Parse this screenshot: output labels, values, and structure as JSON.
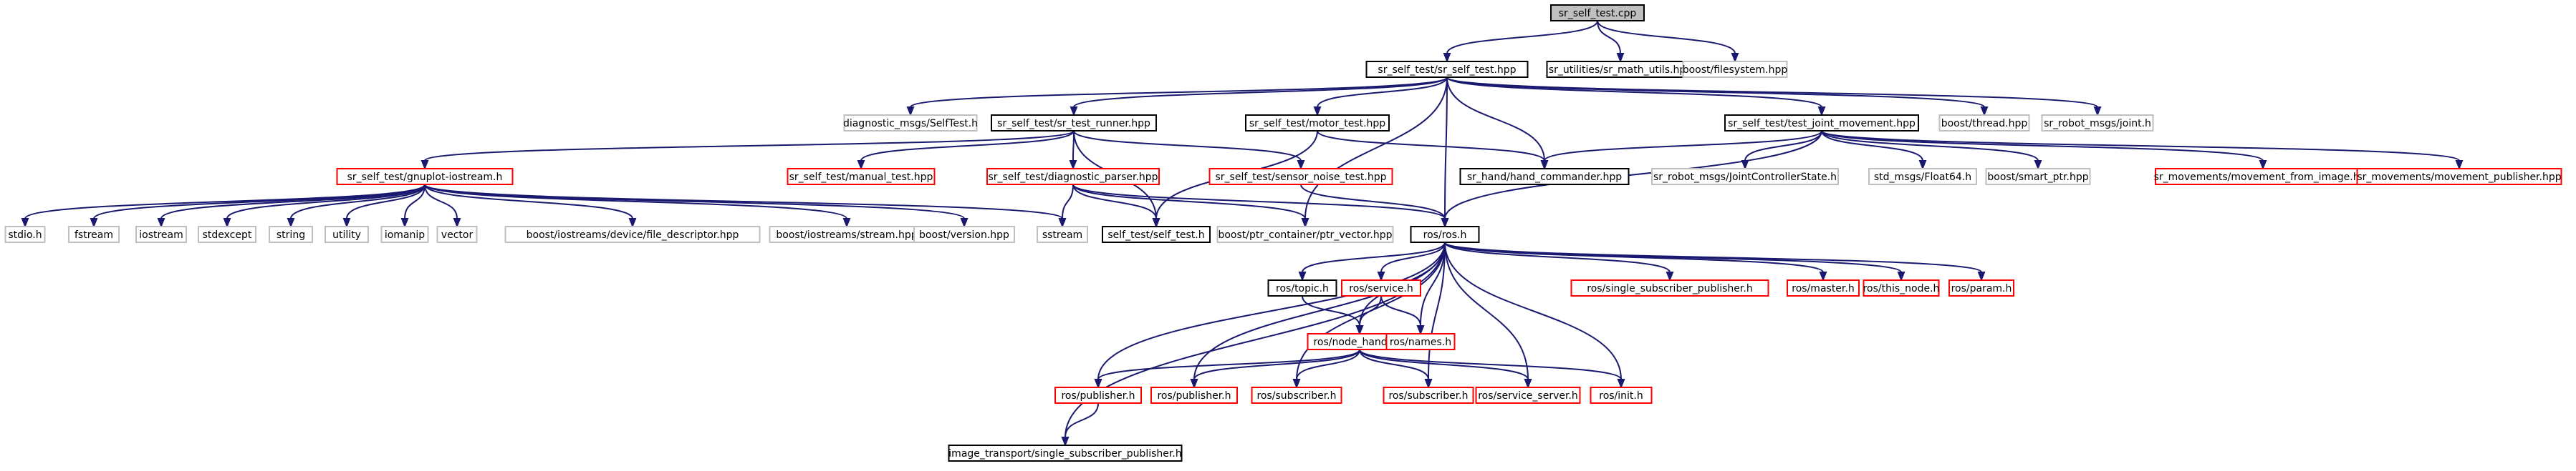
{
  "colors": {
    "edge": "#191970",
    "root_fill": "#bfbfbf",
    "border_black": "#000000",
    "border_red": "#ff0000",
    "border_grey": "#bfbfbf",
    "fill": "#ffffff"
  },
  "nodes": [
    {
      "id": "root",
      "label": "sr_self_test.cpp",
      "style": "root"
    },
    {
      "id": "srselftest_hpp",
      "label": "sr_self_test/sr_self_test.hpp",
      "style": "black"
    },
    {
      "id": "sr_math_utils",
      "label": "sr_utilities/sr_math_utils.hpp",
      "style": "black"
    },
    {
      "id": "boost_filesystem",
      "label": "boost/filesystem.hpp",
      "style": "grey"
    },
    {
      "id": "diag_selftest",
      "label": "diagnostic_msgs/SelfTest.h",
      "style": "grey"
    },
    {
      "id": "test_runner",
      "label": "sr_self_test/sr_test_runner.hpp",
      "style": "black"
    },
    {
      "id": "motor_test",
      "label": "sr_self_test/motor_test.hpp",
      "style": "black"
    },
    {
      "id": "joint_movement",
      "label": "sr_self_test/test_joint_movement.hpp",
      "style": "black"
    },
    {
      "id": "boost_thread",
      "label": "boost/thread.hpp",
      "style": "grey"
    },
    {
      "id": "robot_joint",
      "label": "sr_robot_msgs/joint.h",
      "style": "grey"
    },
    {
      "id": "gnuplot",
      "label": "sr_self_test/gnuplot-iostream.h",
      "style": "red"
    },
    {
      "id": "manual_test",
      "label": "sr_self_test/manual_test.hpp",
      "style": "red"
    },
    {
      "id": "diag_parser",
      "label": "sr_self_test/diagnostic_parser.hpp",
      "style": "red"
    },
    {
      "id": "sensor_noise",
      "label": "sr_self_test/sensor_noise_test.hpp",
      "style": "red"
    },
    {
      "id": "hand_commander",
      "label": "sr_hand/hand_commander.hpp",
      "style": "black"
    },
    {
      "id": "jcs",
      "label": "sr_robot_msgs/JointControllerState.h",
      "style": "grey"
    },
    {
      "id": "float64",
      "label": "std_msgs/Float64.h",
      "style": "grey"
    },
    {
      "id": "smart_ptr",
      "label": "boost/smart_ptr.hpp",
      "style": "grey"
    },
    {
      "id": "mov_image",
      "label": "sr_movements/movement_from_image.hpp",
      "style": "red"
    },
    {
      "id": "mov_publisher",
      "label": "sr_movements/movement_publisher.hpp",
      "style": "red"
    },
    {
      "id": "stdio",
      "label": "stdio.h",
      "style": "grey"
    },
    {
      "id": "fstream",
      "label": "fstream",
      "style": "grey"
    },
    {
      "id": "iostream",
      "label": "iostream",
      "style": "grey"
    },
    {
      "id": "stdexcept",
      "label": "stdexcept",
      "style": "grey"
    },
    {
      "id": "string",
      "label": "string",
      "style": "grey"
    },
    {
      "id": "utility",
      "label": "utility",
      "style": "grey"
    },
    {
      "id": "iomanip",
      "label": "iomanip",
      "style": "grey"
    },
    {
      "id": "vector",
      "label": "vector",
      "style": "grey"
    },
    {
      "id": "file_descriptor",
      "label": "boost/iostreams/device/file_descriptor.hpp",
      "style": "grey"
    },
    {
      "id": "stream_hpp",
      "label": "boost/iostreams/stream.hpp",
      "style": "grey"
    },
    {
      "id": "version_hpp",
      "label": "boost/version.hpp",
      "style": "grey"
    },
    {
      "id": "sstream",
      "label": "sstream",
      "style": "grey"
    },
    {
      "id": "self_test_h",
      "label": "self_test/self_test.h",
      "style": "black"
    },
    {
      "id": "ptr_container",
      "label": "boost/ptr_container/ptr_vector.hpp",
      "style": "grey"
    },
    {
      "id": "ros_h",
      "label": "ros/ros.h",
      "style": "black"
    },
    {
      "id": "single_sub_pub",
      "label": "ros/single_subscriber_publisher.h",
      "style": "red"
    },
    {
      "id": "master",
      "label": "ros/master.h",
      "style": "red"
    },
    {
      "id": "this_node",
      "label": "ros/this_node.h",
      "style": "red"
    },
    {
      "id": "param",
      "label": "ros/param.h",
      "style": "red"
    },
    {
      "id": "topic",
      "label": "ros/topic.h",
      "style": "black"
    },
    {
      "id": "service",
      "label": "ros/service.h",
      "style": "red"
    },
    {
      "id": "node_handle",
      "label": "ros/node_handle.h",
      "style": "red"
    },
    {
      "id": "names",
      "label": "ros/names.h",
      "style": "red"
    },
    {
      "id": "publisher1",
      "label": "ros/publisher.h",
      "style": "red"
    },
    {
      "id": "publisher2",
      "label": "ros/publisher.h",
      "style": "red"
    },
    {
      "id": "subscriber1",
      "label": "ros/subscriber.h",
      "style": "red"
    },
    {
      "id": "subscriber2",
      "label": "ros/subscriber.h",
      "style": "red"
    },
    {
      "id": "service_server",
      "label": "ros/service_server.h",
      "style": "red"
    },
    {
      "id": "init",
      "label": "ros/init.h",
      "style": "red"
    },
    {
      "id": "img_transport",
      "label": "image_transport/single_subscriber_publisher.h",
      "style": "black"
    }
  ],
  "edges": [
    [
      "root",
      "srselftest_hpp"
    ],
    [
      "root",
      "sr_math_utils"
    ],
    [
      "root",
      "boost_filesystem"
    ],
    [
      "srselftest_hpp",
      "diag_selftest"
    ],
    [
      "srselftest_hpp",
      "test_runner"
    ],
    [
      "srselftest_hpp",
      "motor_test"
    ],
    [
      "srselftest_hpp",
      "joint_movement"
    ],
    [
      "srselftest_hpp",
      "boost_thread"
    ],
    [
      "srselftest_hpp",
      "robot_joint"
    ],
    [
      "srselftest_hpp",
      "ros_h"
    ],
    [
      "srselftest_hpp",
      "hand_commander"
    ],
    [
      "srselftest_hpp",
      "ptr_container"
    ],
    [
      "test_runner",
      "gnuplot"
    ],
    [
      "test_runner",
      "manual_test"
    ],
    [
      "test_runner",
      "diag_parser"
    ],
    [
      "test_runner",
      "sensor_noise"
    ],
    [
      "test_runner",
      "self_test_h"
    ],
    [
      "motor_test",
      "hand_commander"
    ],
    [
      "motor_test",
      "self_test_h"
    ],
    [
      "joint_movement",
      "hand_commander"
    ],
    [
      "joint_movement",
      "jcs"
    ],
    [
      "joint_movement",
      "float64"
    ],
    [
      "joint_movement",
      "smart_ptr"
    ],
    [
      "joint_movement",
      "mov_image"
    ],
    [
      "joint_movement",
      "mov_publisher"
    ],
    [
      "joint_movement",
      "ros_h"
    ],
    [
      "gnuplot",
      "stdio"
    ],
    [
      "gnuplot",
      "fstream"
    ],
    [
      "gnuplot",
      "iostream"
    ],
    [
      "gnuplot",
      "stdexcept"
    ],
    [
      "gnuplot",
      "string"
    ],
    [
      "gnuplot",
      "utility"
    ],
    [
      "gnuplot",
      "iomanip"
    ],
    [
      "gnuplot",
      "vector"
    ],
    [
      "gnuplot",
      "file_descriptor"
    ],
    [
      "gnuplot",
      "stream_hpp"
    ],
    [
      "gnuplot",
      "version_hpp"
    ],
    [
      "gnuplot",
      "sstream"
    ],
    [
      "diag_parser",
      "sstream"
    ],
    [
      "diag_parser",
      "self_test_h"
    ],
    [
      "diag_parser",
      "ptr_container"
    ],
    [
      "diag_parser",
      "ros_h"
    ],
    [
      "sensor_noise",
      "ros_h"
    ],
    [
      "ros_h",
      "single_sub_pub"
    ],
    [
      "ros_h",
      "master"
    ],
    [
      "ros_h",
      "this_node"
    ],
    [
      "ros_h",
      "param"
    ],
    [
      "ros_h",
      "topic"
    ],
    [
      "ros_h",
      "service"
    ],
    [
      "ros_h",
      "node_handle"
    ],
    [
      "ros_h",
      "names"
    ],
    [
      "ros_h",
      "publisher1"
    ],
    [
      "ros_h",
      "publisher2"
    ],
    [
      "ros_h",
      "subscriber1"
    ],
    [
      "ros_h",
      "subscriber2"
    ],
    [
      "ros_h",
      "service_server"
    ],
    [
      "ros_h",
      "init"
    ],
    [
      "ros_h",
      "img_transport"
    ],
    [
      "topic",
      "node_handle"
    ],
    [
      "service",
      "node_handle"
    ],
    [
      "service",
      "names"
    ],
    [
      "node_handle",
      "publisher1"
    ],
    [
      "node_handle",
      "publisher2"
    ],
    [
      "node_handle",
      "subscriber1"
    ],
    [
      "node_handle",
      "subscriber2"
    ],
    [
      "node_handle",
      "service_server"
    ],
    [
      "node_handle",
      "init"
    ],
    [
      "publisher1",
      "img_transport"
    ]
  ]
}
